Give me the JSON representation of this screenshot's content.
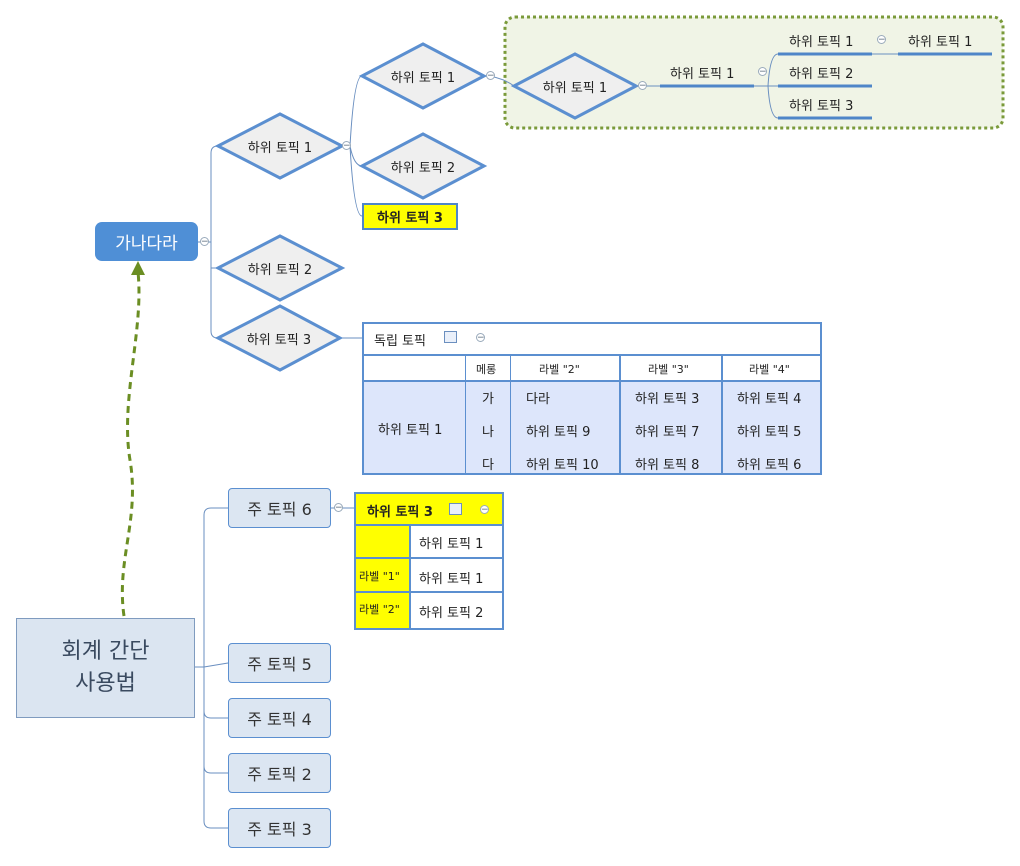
{
  "central": {
    "label": "가나다라"
  },
  "root": {
    "line1": "회계 간단",
    "line2": "사용법"
  },
  "branch_left": {
    "diamonds": {
      "d1": "하위 토픽 1",
      "d2": "하위 토픽 2",
      "d3": "하위 토픽 3",
      "d1a": "하위 토픽 1",
      "d1b": "하위 토픽 2",
      "d1c": "하위 토픽 3",
      "boundary_diamond": "하위 토픽 1"
    },
    "boundary_topics": {
      "t1": "하위 토픽 1",
      "t2": "하위 토픽 1",
      "t3": "하위 토픽 2",
      "t4": "하위 토픽 3",
      "t5": "하위 토픽 1"
    }
  },
  "table1": {
    "title": "독립 토픽",
    "headers": [
      "메롱",
      "라벨 \"2\"",
      "라벨 \"3\"",
      "라벨 \"4\""
    ],
    "row_label": "하위 토픽 1",
    "col1": [
      "가",
      "나",
      "다"
    ],
    "col2": [
      "다라",
      "하위 토픽 9",
      "하위 토픽 10"
    ],
    "col3": [
      "하위 토픽 3",
      "하위 토픽 7",
      "하위 토픽 8"
    ],
    "col4": [
      "하위 토픽 4",
      "하위 토픽 5",
      "하위 토픽 6"
    ]
  },
  "table2": {
    "title": "하위 토픽 3",
    "rows": [
      {
        "label": "",
        "value": "하위 토픽 1"
      },
      {
        "label": "라벨 \"1\"",
        "value": "하위 토픽 1"
      },
      {
        "label": "라벨 \"2\"",
        "value": "하위 토픽 2"
      }
    ]
  },
  "main_topics": [
    "주 토픽 6",
    "주 토픽 5",
    "주 토픽 4",
    "주 토픽 2",
    "주 토픽 3"
  ],
  "colors": {
    "accent": "#4f8fd6",
    "diamond_fill": "#efefef",
    "diamond_stroke": "#5b8fd0",
    "boundary_fill": "#f0f4e6",
    "boundary_stroke": "#7a9a3a",
    "highlight": "#ffff00",
    "relationship": "#6b8e23"
  }
}
